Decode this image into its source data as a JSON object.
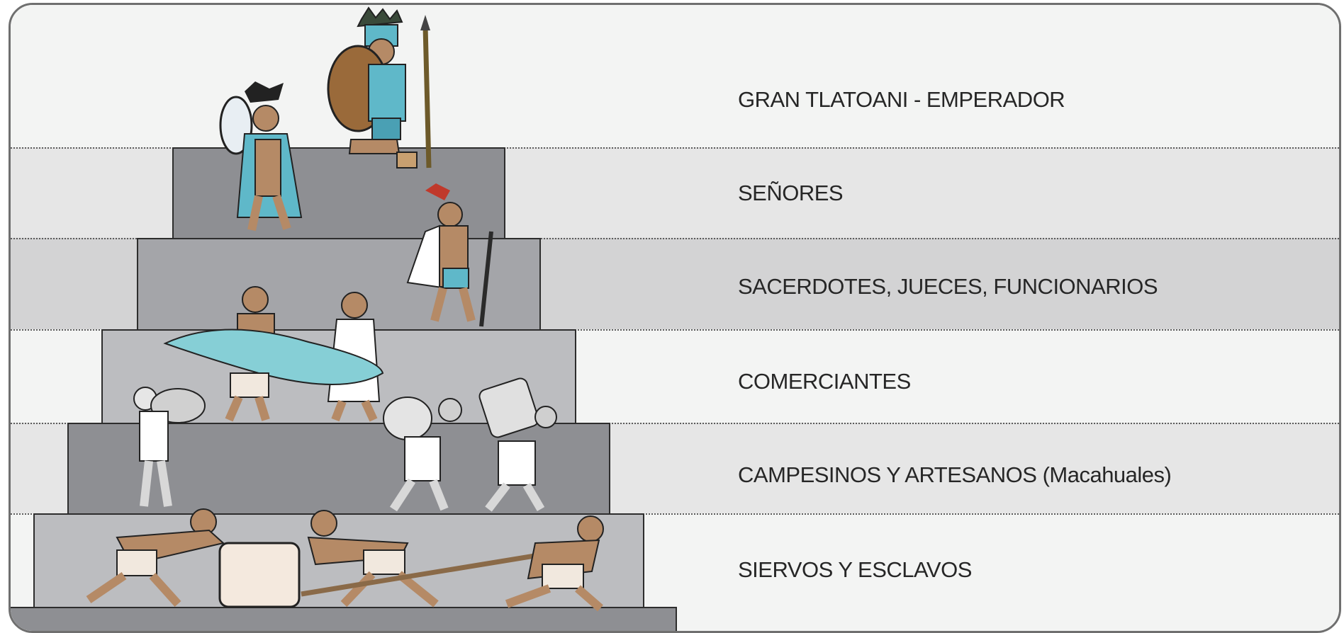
{
  "levels": [
    {
      "label": "GRAN TLATOANI - EMPERADOR"
    },
    {
      "label": "SEÑORES"
    },
    {
      "label": "SACERDOTES, JUECES, FUNCIONARIOS"
    },
    {
      "label": "COMERCIANTES"
    },
    {
      "label": "CAMPESINOS Y ARTESANOS",
      "sublabel": "(Macahuales)"
    },
    {
      "label": "SIERVOS Y ESCLAVOS"
    }
  ],
  "colors": {
    "step_dark": "#8e8f93",
    "step_mid": "#a4a5a9",
    "step_light": "#bcbdc0",
    "turquoise": "#5fb8c9",
    "skin": "#b58a66"
  }
}
